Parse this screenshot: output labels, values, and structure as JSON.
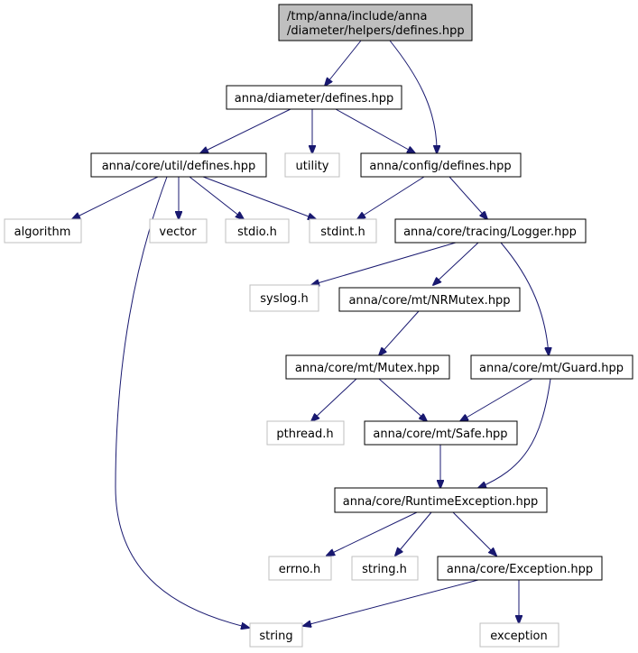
{
  "colors": {
    "edge": "#191970",
    "root_fill": "#bfbfbf",
    "box_border": "#000000",
    "external_border": "#bfbfbf",
    "text": "#000000"
  },
  "nodes": {
    "root": {
      "line1": "/tmp/anna/include/anna",
      "line2": "/diameter/helpers/defines.hpp"
    },
    "diameter_defines": "anna/diameter/defines.hpp",
    "util_defines": "anna/core/util/defines.hpp",
    "utility": "utility",
    "config_defines": "anna/config/defines.hpp",
    "algorithm": "algorithm",
    "vector": "vector",
    "stdio": "stdio.h",
    "stdint": "stdint.h",
    "logger": "anna/core/tracing/Logger.hpp",
    "syslog": "syslog.h",
    "nrmutex": "anna/core/mt/NRMutex.hpp",
    "mutex": "anna/core/mt/Mutex.hpp",
    "guard": "anna/core/mt/Guard.hpp",
    "pthread": "pthread.h",
    "safe": "anna/core/mt/Safe.hpp",
    "runtime_exception": "anna/core/RuntimeException.hpp",
    "errno": "errno.h",
    "string_h": "string.h",
    "exception_hpp": "anna/core/Exception.hpp",
    "string": "string",
    "exception": "exception"
  }
}
